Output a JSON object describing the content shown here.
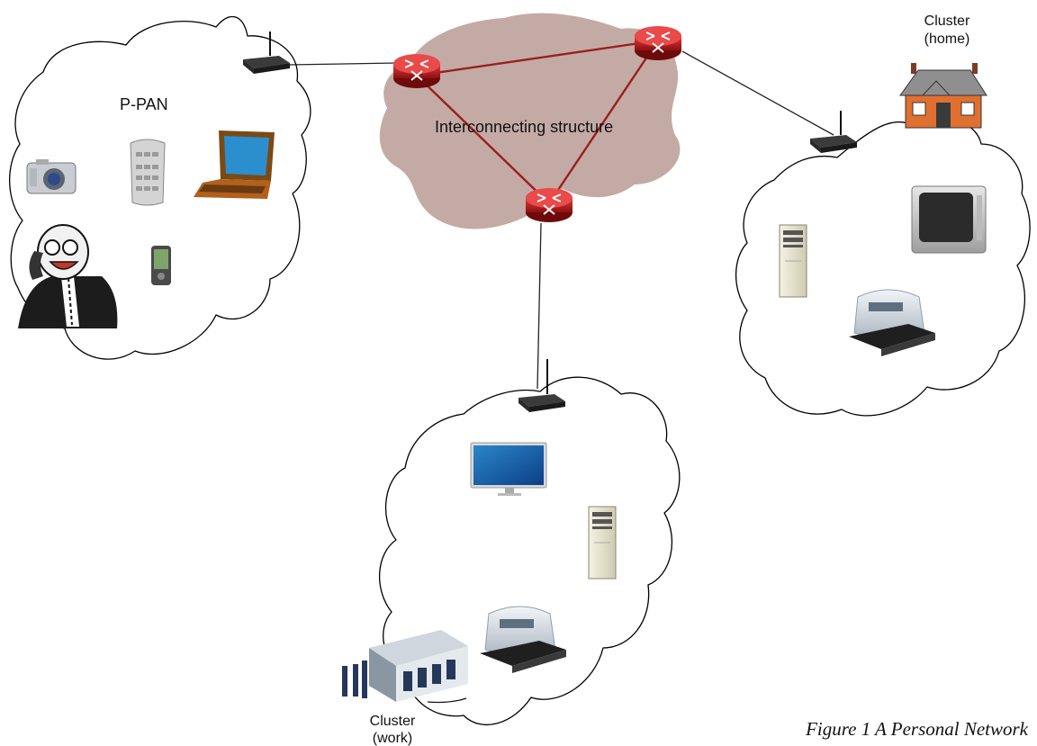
{
  "diagram": {
    "labels": {
      "ppan": "P-PAN",
      "interconnect": "Interconnecting structure",
      "home_line1": "Cluster",
      "home_line2": "(home)",
      "work_line1": "Cluster",
      "work_line2": "(work)"
    },
    "caption": "Figure 1  A Personal Network",
    "colors": {
      "core_cloud": "#c4aaa5",
      "router": "#b81d1d",
      "core_link": "#9a1e1e",
      "access_link": "#222222"
    },
    "nodes": [
      {
        "id": "ppan-cluster",
        "kind": "cloud",
        "devices": [
          "camera",
          "remote-control",
          "laptop",
          "pda",
          "person-on-phone",
          "wireless-access-point"
        ]
      },
      {
        "id": "core",
        "kind": "cloud",
        "devices": [
          "router",
          "router",
          "router"
        ]
      },
      {
        "id": "home-cluster",
        "kind": "cloud",
        "devices": [
          "house",
          "tv",
          "desktop-tower",
          "printer",
          "wireless-access-point"
        ]
      },
      {
        "id": "work-cluster",
        "kind": "cloud",
        "devices": [
          "office-building",
          "monitor",
          "desktop-tower",
          "printer",
          "wireless-access-point"
        ]
      }
    ],
    "edges": [
      {
        "from": "ppan-ap",
        "to": "router-left"
      },
      {
        "from": "router-right",
        "to": "home-ap"
      },
      {
        "from": "router-bottom",
        "to": "work-ap"
      },
      {
        "from": "router-left",
        "to": "router-right"
      },
      {
        "from": "router-left",
        "to": "router-bottom"
      },
      {
        "from": "router-right",
        "to": "router-bottom"
      }
    ]
  }
}
